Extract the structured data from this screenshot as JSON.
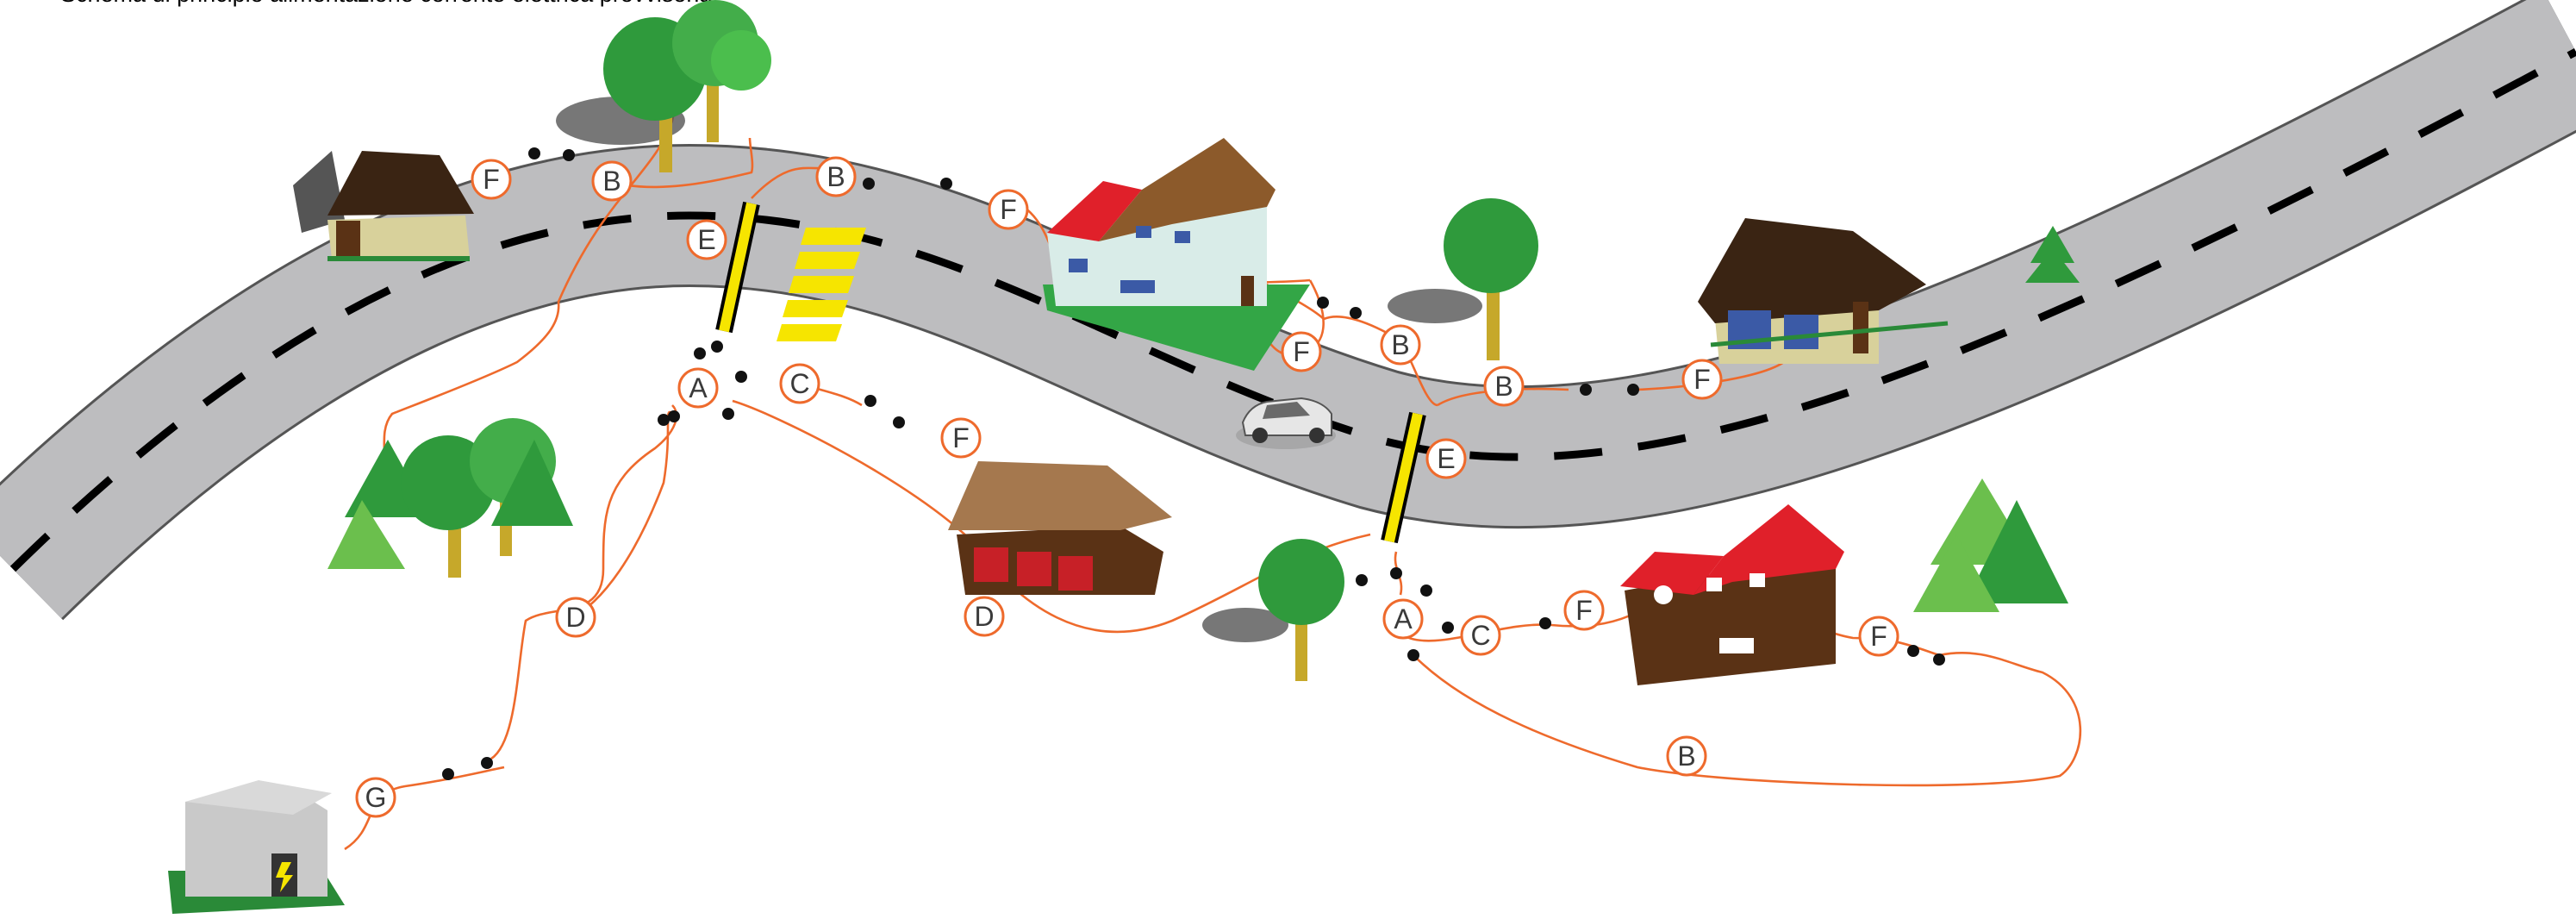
{
  "title": "Schema di principio alimentazione corrente elettrica provvisoria",
  "connector_labels": {
    "a1": "A",
    "a2": "A",
    "b1": "B",
    "b2": "B",
    "b3": "B",
    "b4": "B",
    "b5": "B",
    "c1": "C",
    "c2": "C",
    "d1": "D",
    "d2": "D",
    "e1": "E",
    "e2": "E",
    "f1": "F",
    "f2": "F",
    "f3": "F",
    "f4": "F",
    "f5": "F",
    "f6": "F",
    "f7": "F",
    "g1": "G"
  },
  "colors": {
    "road": "#bdbdbf",
    "cable": "#ee6a2c",
    "barrier": "#f6e500",
    "crosswalk": "#f6e500",
    "tree_green": "#2f9a3c",
    "roof_red": "#e0202a",
    "roof_brown": "#3d2410"
  }
}
